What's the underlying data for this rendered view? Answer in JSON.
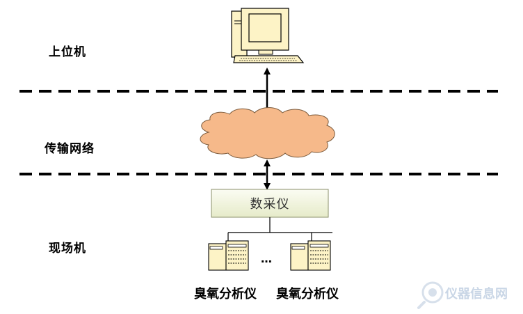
{
  "tiers": {
    "upper": "上位机",
    "network": "传输网络",
    "field": "现场机"
  },
  "collector": {
    "label": "数采仪"
  },
  "analyzers": {
    "left_caption": "臭氧分析仪",
    "right_caption": "臭氧分析仪",
    "ellipsis": "…"
  },
  "watermark": {
    "text": "仪器信息网"
  },
  "colors": {
    "monitor_fill": "#fdf3c6",
    "cloud_fill": "#f6b98a",
    "collector_fill": "#f2f4df",
    "line": "#000000"
  }
}
